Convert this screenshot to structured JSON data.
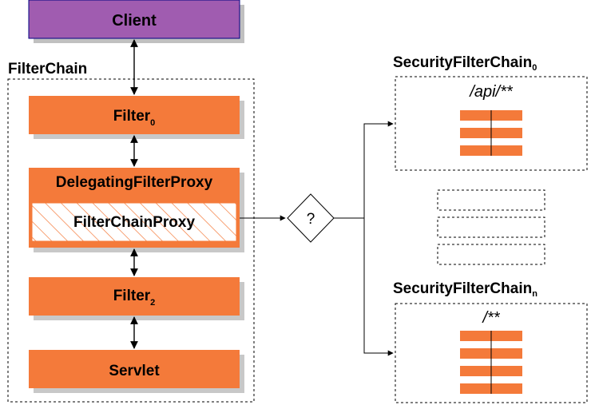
{
  "client": {
    "label": "Client"
  },
  "filter_chain": {
    "title": "FilterChain",
    "filter0": {
      "label": "Filter",
      "subscript": "0"
    },
    "delegating": {
      "label": "DelegatingFilterProxy"
    },
    "proxy": {
      "label": "FilterChainProxy"
    },
    "filter2": {
      "label": "Filter",
      "subscript": "2"
    },
    "servlet": {
      "label": "Servlet"
    }
  },
  "decision": {
    "label": "?"
  },
  "security_chain_0": {
    "title": "SecurityFilterChain",
    "subscript": "0",
    "pattern": "/api/**"
  },
  "security_chain_n": {
    "title": "SecurityFilterChain",
    "subscript": "n",
    "pattern": "/**"
  },
  "colors": {
    "client_fill": "#a05cb0",
    "filter_fill": "#f47a3a",
    "shadow": "#c8c8c8",
    "hatch": "#f47a3a"
  }
}
